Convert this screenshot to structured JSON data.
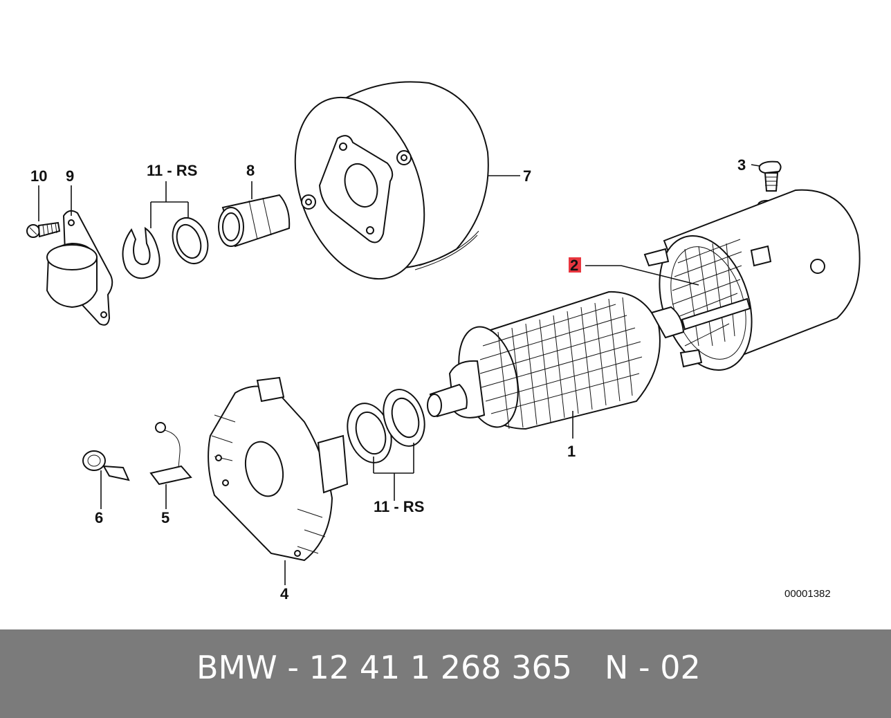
{
  "diagram": {
    "reference_code": "00001382",
    "highlight_color": "#e8363f",
    "callouts": [
      {
        "id": "c1",
        "label": "1"
      },
      {
        "id": "c2",
        "label": "2",
        "highlighted": true
      },
      {
        "id": "c3",
        "label": "3"
      },
      {
        "id": "c4",
        "label": "4"
      },
      {
        "id": "c5",
        "label": "5"
      },
      {
        "id": "c6",
        "label": "6"
      },
      {
        "id": "c7",
        "label": "7"
      },
      {
        "id": "c8",
        "label": "8"
      },
      {
        "id": "c9",
        "label": "9"
      },
      {
        "id": "c10",
        "label": "10"
      },
      {
        "id": "c11a",
        "label": "11 - RS"
      },
      {
        "id": "c11b",
        "label": "11 - RS"
      }
    ]
  },
  "footer": {
    "part_number": "BMW - 12 41 1 268 365",
    "position": "N - 02",
    "background": "#7b7b7b"
  }
}
